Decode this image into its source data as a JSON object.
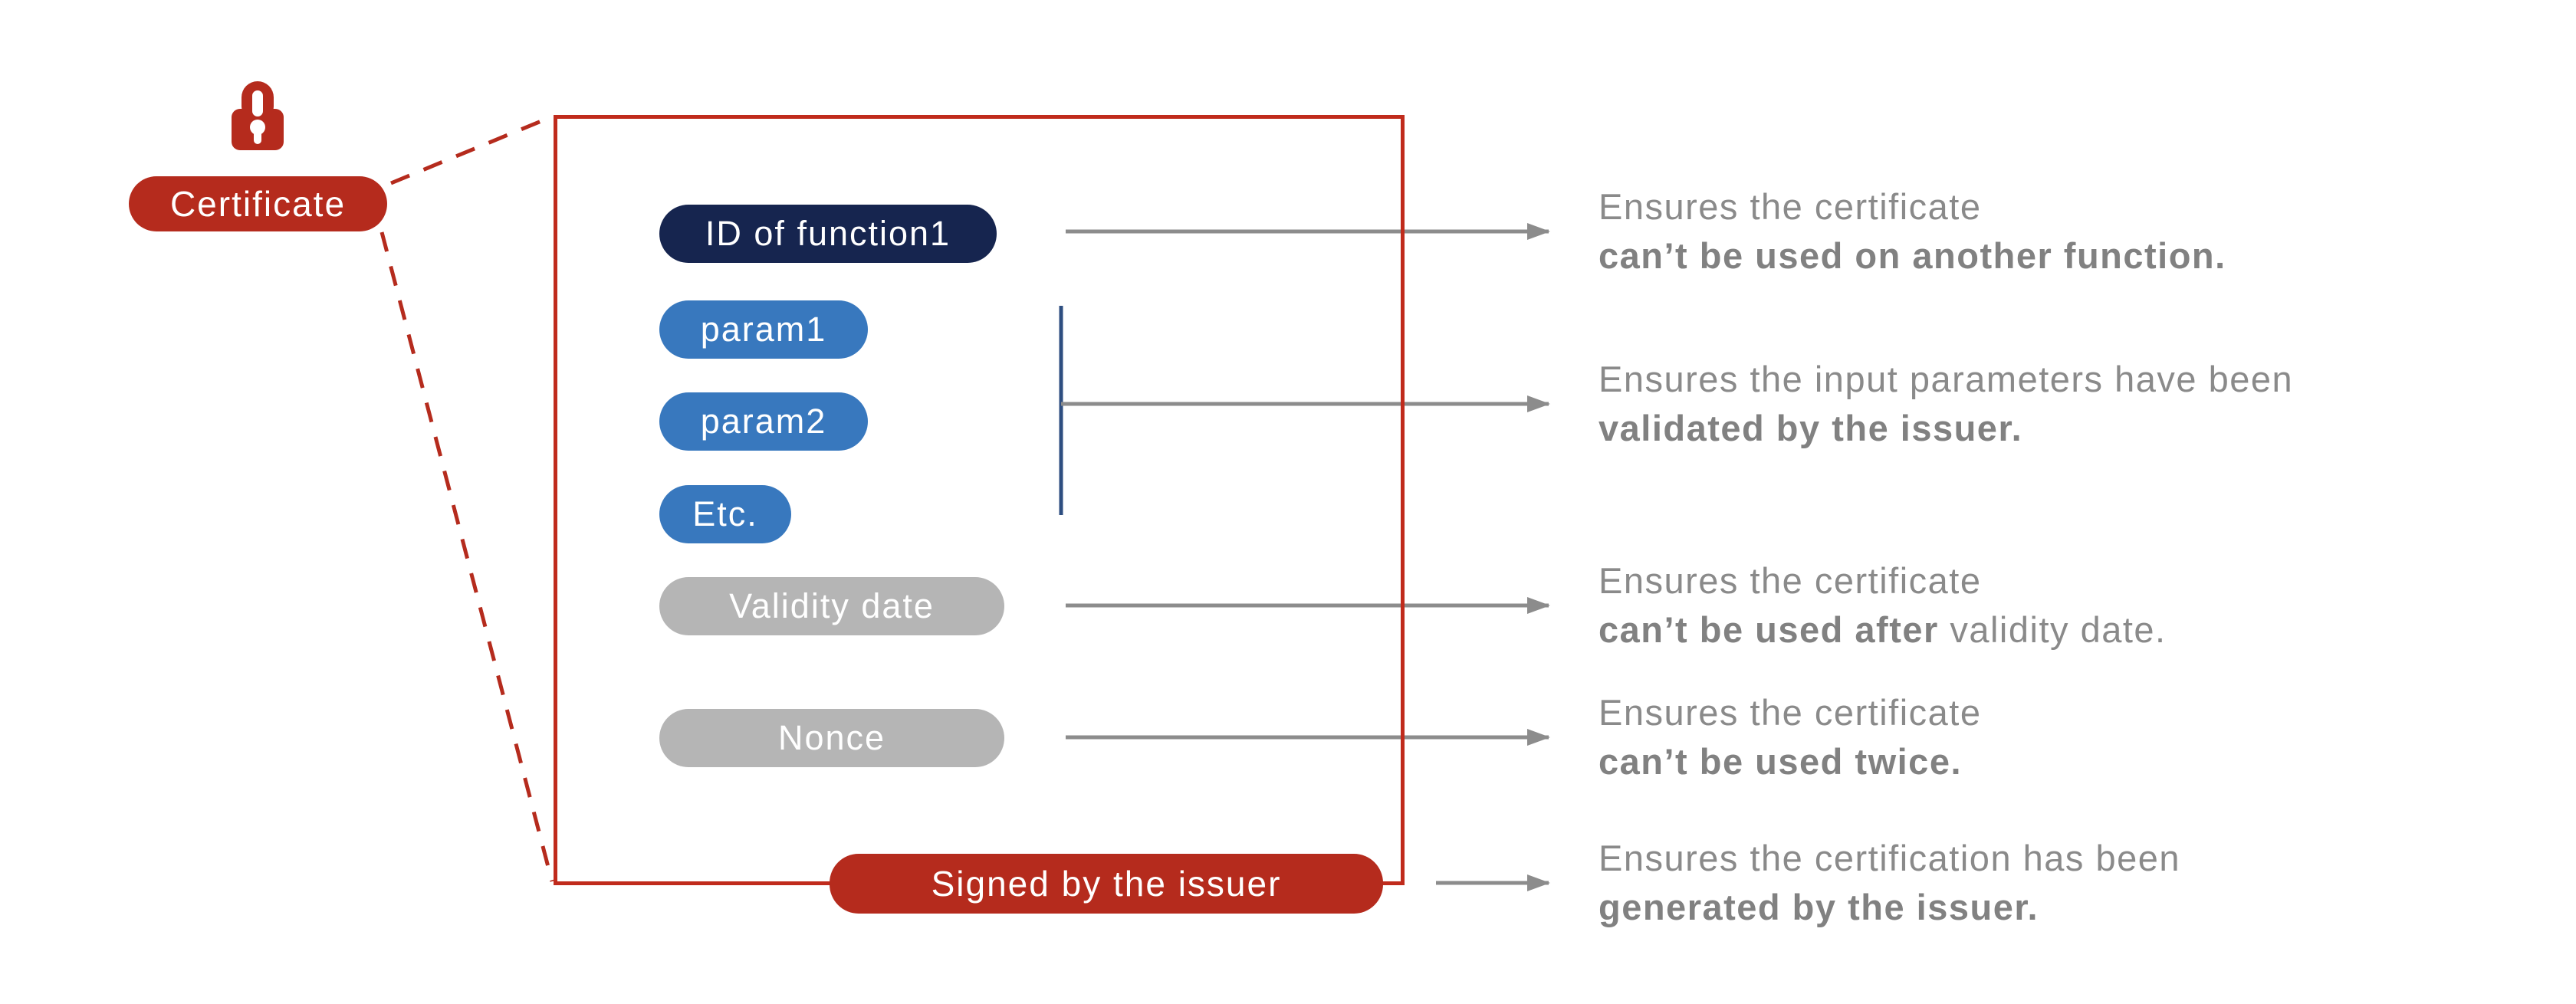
{
  "certificate": {
    "label": "Certificate",
    "icon": "lock-icon",
    "fields": [
      {
        "label": "ID of function1",
        "kind": "function-id"
      },
      {
        "label": "param1",
        "kind": "param"
      },
      {
        "label": "param2",
        "kind": "param"
      },
      {
        "label": "Etc.",
        "kind": "param"
      },
      {
        "label": "Validity date",
        "kind": "placeholder"
      },
      {
        "label": "Nonce",
        "kind": "placeholder"
      }
    ],
    "signature": {
      "label": "Signed by the issuer"
    }
  },
  "annotations": [
    {
      "line1": "Ensures the certificate",
      "line2_bold": "can’t be used on another function.",
      "line2_rest": ""
    },
    {
      "line1": "Ensures the input parameters have been",
      "line2_bold": "validated by the issuer.",
      "line2_rest": ""
    },
    {
      "line1": "Ensures the certificate",
      "line2_bold": "can’t be used after",
      "line2_rest": " validity date."
    },
    {
      "line1": "Ensures the certificate",
      "line2_bold": "can’t be used twice.",
      "line2_rest": ""
    },
    {
      "line1": "Ensures the certification has been",
      "line2_bold": "generated by the issuer.",
      "line2_rest": ""
    }
  ],
  "palette": {
    "red": "#B52B1D",
    "box_border_red": "#C02B1C",
    "navy": "#16254F",
    "blue": "#3878BE",
    "gray_pill": "#B5B5B5",
    "arrow_gray": "#8C8C8C",
    "text_gray": "#8A8A8A",
    "bracket_blue": "#2E4E80",
    "background": "#FFFFFF"
  }
}
